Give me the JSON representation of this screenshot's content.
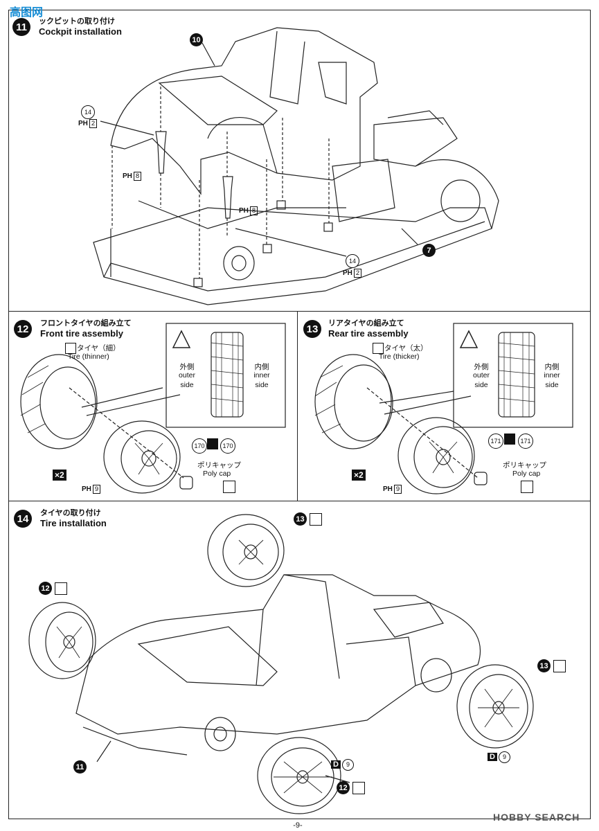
{
  "watermark_top": "高图网",
  "step11": {
    "number": "11",
    "title_jp": "ックピットの取り付け",
    "title_en": "Cockpit installation",
    "callout_10": "10",
    "callout_7": "7",
    "part14_a": "14",
    "ph2_a_label": "PH",
    "ph2_a_num": "2",
    "ph8_a_label": "PH",
    "ph8_a_num": "8",
    "ph8_b_label": "PH",
    "ph8_b_num": "8",
    "part14_b": "14",
    "ph2_b_label": "PH",
    "ph2_b_num": "2"
  },
  "step12": {
    "number": "12",
    "title_jp": "フロントタイヤの組み立て",
    "title_en": "Front tire assembly",
    "tire_jp": "タイヤ（細）",
    "tire_en": "Tire (thinner)",
    "outer_jp": "外側",
    "outer_en1": "outer",
    "outer_en2": "side",
    "inner_jp": "内側",
    "inner_en1": "inner",
    "inner_en2": "side",
    "part_a": "170",
    "part_b": "170",
    "polycap_jp": "ポリキャップ",
    "polycap_en": "Poly cap",
    "multiplier": "×2",
    "ph_label": "PH",
    "ph_num": "9"
  },
  "step13": {
    "number": "13",
    "title_jp": "リアタイヤの組み立て",
    "title_en": "Rear tire assembly",
    "tire_jp": "タイヤ（太）",
    "tire_en": "Tire (thicker)",
    "outer_jp": "外側",
    "outer_en1": "outer",
    "outer_en2": "side",
    "inner_jp": "内側",
    "inner_en1": "inner",
    "inner_en2": "side",
    "part_a": "171",
    "part_b": "171",
    "polycap_jp": "ポリキャップ",
    "polycap_en": "Poly cap",
    "multiplier": "×2",
    "ph_label": "PH",
    "ph_num": "9"
  },
  "step14": {
    "number": "14",
    "title_jp": "タイヤの取り付け",
    "title_en": "Tire installation",
    "callout_13_top": "13",
    "callout_12_left": "12",
    "callout_13_right": "13",
    "callout_11": "11",
    "callout_12_bottom": "12",
    "d9_a_letter": "D",
    "d9_a_num": "9",
    "d9_b_letter": "D",
    "d9_b_num": "9"
  },
  "footer": {
    "page": "-9-",
    "brand": "HOBBY SEARCH"
  }
}
